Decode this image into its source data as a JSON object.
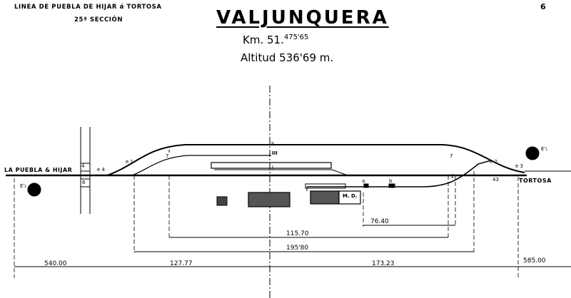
{
  "header": {
    "line_name": "LINEA DE PUEBLA DE HIJAR á TORTOSA",
    "section": "25ª SECCIÓN",
    "page_number": "6"
  },
  "station": {
    "name": "VALJUNQUERA",
    "km_prefix": "Km. 51.",
    "km_suffix": "475'65",
    "altitude": "Altitud 536'69 m."
  },
  "labels": {
    "origin": "LA PUEBLA & HIJAR",
    "destination": "TORTOSA",
    "signal_left": "E'₂",
    "signal_right": "E'₁",
    "track_s": "S",
    "track_3": "III",
    "track_1": "I",
    "md": "M. D.",
    "switch_a": "a",
    "switch_b": "b",
    "num_4": "4",
    "num_6": "6",
    "num_43": "43",
    "num_e3": "e 3",
    "num_e2": "e 2",
    "num_e4": "e 4",
    "num_e1": "e 1",
    "small_4": "4",
    "small_7a": "7",
    "small_7b": "7"
  },
  "dimensions": {
    "d1": "76.40",
    "d2": "115.70",
    "d3": "195'80",
    "d4": "540.00",
    "d5": "127.77",
    "d6": "173.23",
    "d7": "585.00"
  }
}
